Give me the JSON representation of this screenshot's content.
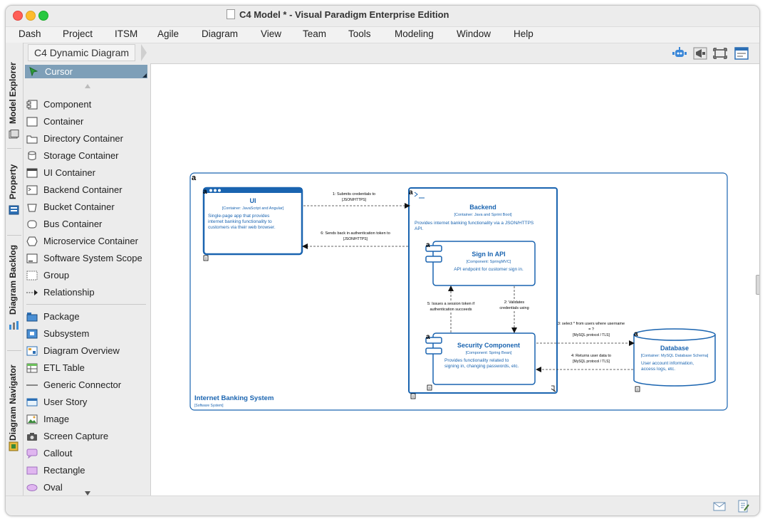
{
  "window": {
    "title": "C4 Model * - Visual Paradigm Enterprise Edition"
  },
  "menu": [
    "Dash",
    "Project",
    "ITSM",
    "Agile",
    "Diagram",
    "View",
    "Team",
    "Tools",
    "Modeling",
    "Window",
    "Help"
  ],
  "breadcrumb": "C4 Dynamic Diagram",
  "side_tabs": [
    "Model Explorer",
    "Property",
    "Diagram Backlog",
    "Diagram Navigator"
  ],
  "palette": {
    "cursor": "Cursor",
    "items": [
      "Component",
      "Container",
      "Directory Container",
      "Storage Container",
      "UI Container",
      "Backend Container",
      "Bucket Container",
      "Bus Container",
      "Microservice Container",
      "Software System Scope",
      "Group",
      "Relationship"
    ],
    "items2": [
      "Package",
      "Subsystem",
      "Diagram Overview",
      "ETL Table",
      "Generic Connector",
      "User Story",
      "Image",
      "Screen Capture",
      "Callout",
      "Rectangle",
      "Oval"
    ]
  },
  "diagram": {
    "boundary": {
      "name": "Internet Banking System",
      "type": "[Software System]"
    },
    "ui": {
      "name": "UI",
      "tech": "[Container: JavaScript and Angular]",
      "desc": [
        "Single-page app that provides",
        "internet banking functionality to",
        "customers via their web browser."
      ]
    },
    "backend": {
      "name": "Backend",
      "tech": "[Container: Java and Sprint Boot]",
      "desc": [
        "Provides internet banking functionality via a JSON/HTTPS",
        "API."
      ]
    },
    "signin": {
      "name": "Sign In API",
      "tech": "[Component: SpringMVC]",
      "desc": [
        "API endpoint for customer sign in."
      ]
    },
    "security": {
      "name": "Security Component",
      "tech": "[Component: Spring Bean]",
      "desc": [
        "Provides functionality related to",
        "signing in, changing passwords, etc."
      ]
    },
    "database": {
      "name": "Database",
      "tech": "[Container: MySQL Database Schema]",
      "desc": [
        "User account information,",
        "access logs, etc."
      ]
    },
    "rel1": {
      "label": "1: Submits credentials to",
      "tech": "[JSON/HTTPS]"
    },
    "rel6": {
      "label": "6: Sends back in authentication token to",
      "tech": "[JSON/HTTPS]"
    },
    "rel2": {
      "label": [
        "2: Validates",
        "credentials using"
      ]
    },
    "rel5": {
      "label": [
        "5: Issues a session token if",
        "authentication succeeds"
      ]
    },
    "rel3": {
      "label": [
        "3: select * from users where username",
        "= ?"
      ],
      "tech": "[MySQL protocol / TLS]"
    },
    "rel4": {
      "label": "4: Returns user data to",
      "tech": "[MySQL protocol / TLS]"
    }
  },
  "colors": {
    "c4_blue": "#1a64b0",
    "palette_selected": "#7e9fb8"
  }
}
